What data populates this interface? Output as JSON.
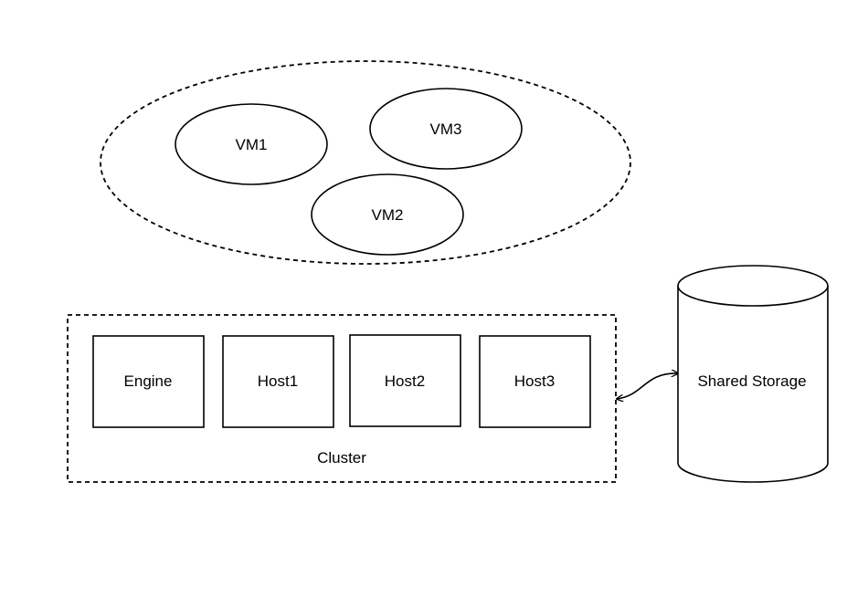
{
  "vm_pool": {
    "vms": [
      {
        "label": "VM1"
      },
      {
        "label": "VM3"
      },
      {
        "label": "VM2"
      }
    ]
  },
  "cluster": {
    "label": "Cluster",
    "nodes": [
      {
        "label": "Engine"
      },
      {
        "label": "Host1"
      },
      {
        "label": "Host2"
      },
      {
        "label": "Host3"
      }
    ]
  },
  "storage": {
    "label": "Shared Storage"
  },
  "colors": {
    "stroke": "#000000",
    "background": "#ffffff"
  }
}
